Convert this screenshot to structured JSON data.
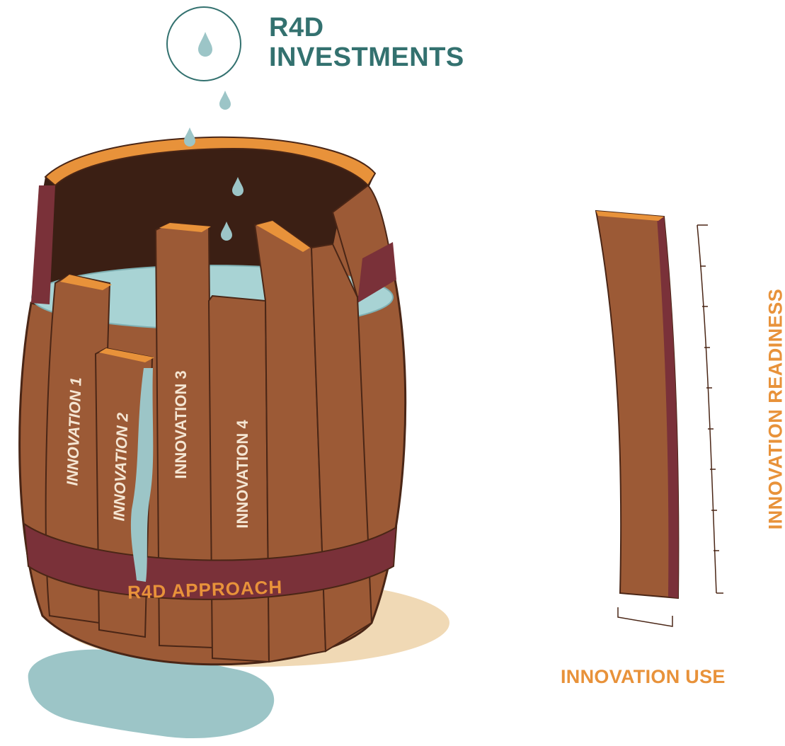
{
  "title": {
    "line1": "R4D",
    "line2": "INVESTMENTS"
  },
  "barrel": {
    "staves": [
      {
        "label": "INNOVATION 1",
        "style": "italic"
      },
      {
        "label": "INNOVATION 2",
        "style": "italic"
      },
      {
        "label": "INNOVATION 3",
        "style": "normal"
      },
      {
        "label": "INNOVATION 4",
        "style": "normal"
      }
    ],
    "band_label": "R4D APPROACH"
  },
  "axes": {
    "vertical_label": "INNOVATION READINESS",
    "horizontal_label": "INNOVATION USE"
  },
  "colors": {
    "title": "#33716f",
    "accent": "#e8923a",
    "wood": "#9c5a36",
    "wood_dark": "#3b1f14",
    "band": "#7a3139",
    "water": "#9cc5c7",
    "shadow": "#f0d9b5"
  },
  "icons": [
    "water-drop-icon"
  ]
}
